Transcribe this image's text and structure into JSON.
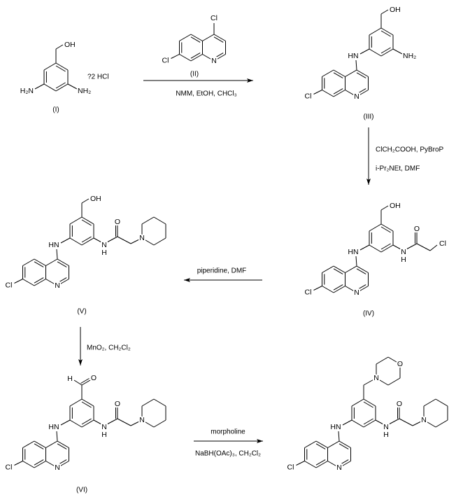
{
  "compounds": {
    "I": {
      "label": "(I)",
      "top_group": "OH",
      "left_group": "H₂N",
      "right_group": "NH₂",
      "salt": "?2 HCl"
    },
    "II": {
      "label": "(II)",
      "cl4": "Cl",
      "cl7": "Cl",
      "n": "N"
    },
    "III": {
      "label": "(III)",
      "top_group": "OH",
      "linker": "HN",
      "right_group": "NH₂",
      "cl7": "Cl",
      "n": "N"
    },
    "IV": {
      "label": "(IV)",
      "top_group": "OH",
      "linker": "HN",
      "amide_n": "N",
      "amide_h": "H",
      "amide_o": "O",
      "terminal": "Cl",
      "cl7": "Cl",
      "n": "N"
    },
    "V": {
      "label": "(V)",
      "top_group": "OH",
      "linker": "HN",
      "amide_n": "N",
      "amide_h": "H",
      "amide_o": "O",
      "terminal": "N",
      "cl7": "Cl",
      "n": "N"
    },
    "VI": {
      "label": "(VI)",
      "aldehyde_h": "H",
      "aldehyde_o": "O",
      "linker": "HN",
      "amide_n": "N",
      "amide_h": "H",
      "amide_o": "O",
      "terminal": "N",
      "cl7": "Cl",
      "n": "N"
    },
    "VII": {
      "morpholine_n": "N",
      "morpholine_o": "O",
      "linker": "HN",
      "amide_n": "N",
      "amide_h": "H",
      "amide_o": "O",
      "terminal": "N",
      "cl7": "Cl",
      "n": "N"
    }
  },
  "steps": {
    "s1": {
      "below": "NMM, EtOH, CHCl₃"
    },
    "s2": {
      "line1": "ClCH₂COOH, PyBroP",
      "line2": "i-Pr₂NEt, DMF"
    },
    "s3": {
      "above": "piperidine, DMF"
    },
    "s4": {
      "right": "MnO₂, CH₂Cl₂"
    },
    "s5": {
      "above": "morpholine",
      "below": "NaBH(OAc)₃, CH₂Cl₂"
    }
  }
}
